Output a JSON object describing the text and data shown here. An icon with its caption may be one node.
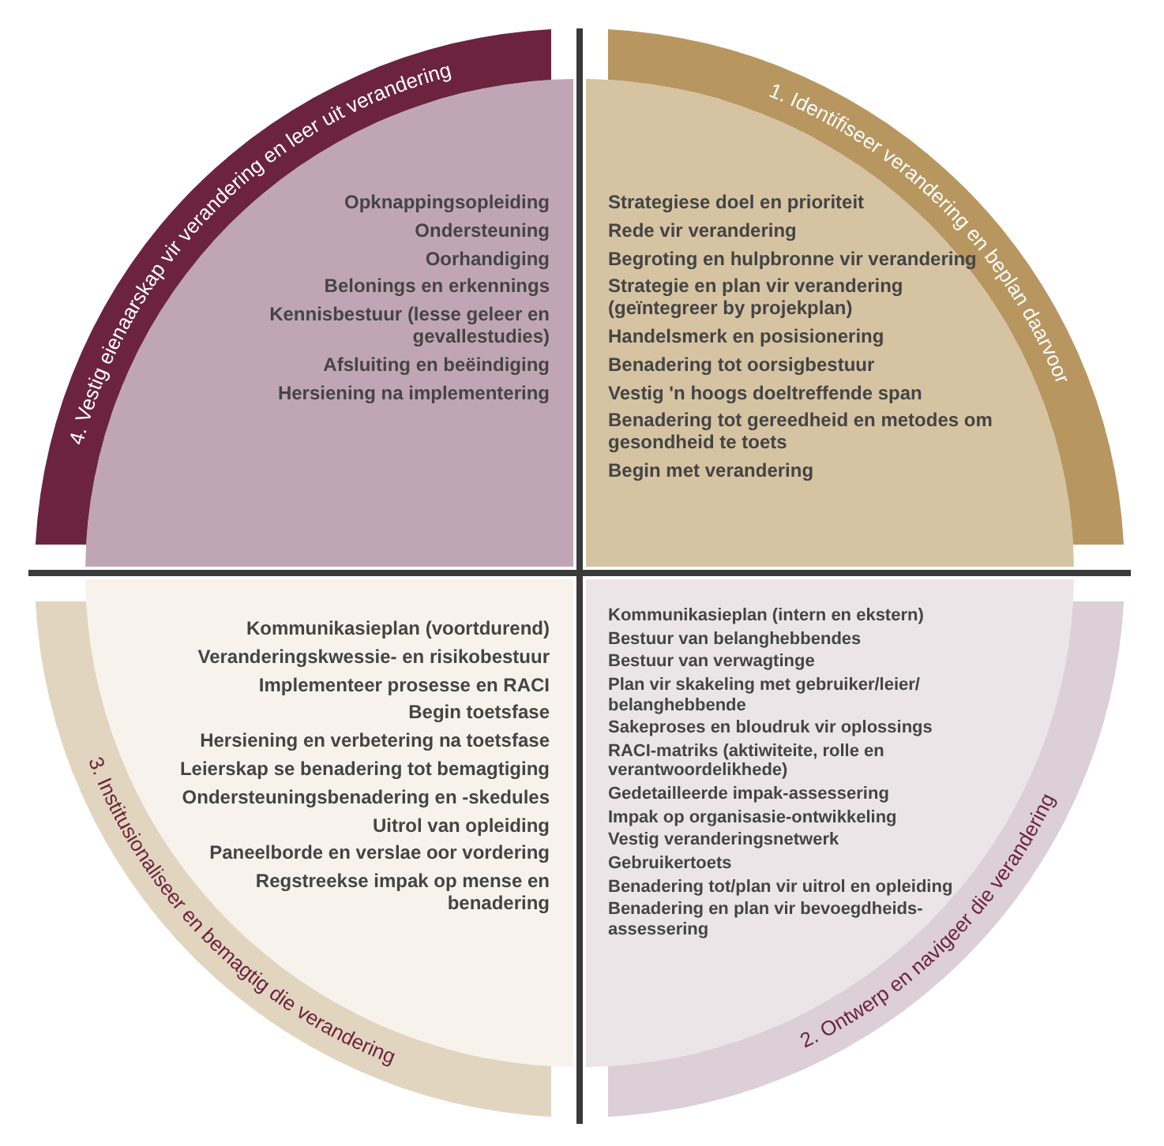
{
  "diagram": {
    "nodes": [
      {
        "text": [
          "4. Vestig eienaarskap vir verandering en leer uit verandering",
          "Opknappingsopleiding",
          "Ondersteuning",
          "Oorhandiging",
          "Belonings en erkennings",
          "Kennisbestuur (lesse geleer en gevallestudies)",
          "Afsluiting en beëindiging",
          "Hersiening na implementering"
        ]
      },
      {
        "text": [
          "1. Identifiseer verandering en beplan daarvoor",
          "Strategiese doel en prioriteit",
          "Rede vir verandering",
          "Begroting en hulpbronne vir verandering",
          "Strategie en plan vir verandering (geïntegreer by projekplan)",
          "Handelsmerk en posisionering",
          "Benadering tot oorsigbestuur",
          "Vestig 'n hoogs doeltreffende span",
          "Benadering tot gereedheid en metodes om gesondheid te toets",
          "Begin met verandering"
        ]
      },
      {
        "text": [
          "3. Institusionaliseer en bemagtig die verandering",
          "Kommunikasieplan (voortdurend)",
          "Veranderingskwessie- en risikobestuur",
          "Implementeer prosesse en RACI",
          "Begin toetsfase",
          "Hersiening en verbetering na toetsfase",
          "Leierskap se benadering tot bemagtiging",
          "Ondersteuningsbenadering en -skedules",
          "Uitrol van opleiding",
          "Paneelborde en verslae oor vordering",
          "Regstreekse impak op mense en benadering"
        ]
      },
      {
        "text": [
          "2. Ontwerp en navigeer die verandering",
          "Kommunikasieplan (intern en ekstern)",
          "Bestuur van belanghebbendes",
          "Bestuur van verwagtinge",
          "Plan vir skakeling met gebruiker/leier/ belanghebbende",
          "Sakeproses en bloudruk vir oplossings",
          "RACI-matriks (aktiwiteite, rolle en verantwoordelikhede)",
          "Gedetailleerde impak-assessering",
          "Impak op organisasie-ontwikkeling",
          "Vestig veranderingsnetwerk",
          "Gebruikertoets",
          "Benadering tot/plan vir uitrol en opleiding",
          "Benadering en plan vir bevoegdheids- assessering"
        ]
      }
    ]
  }
}
